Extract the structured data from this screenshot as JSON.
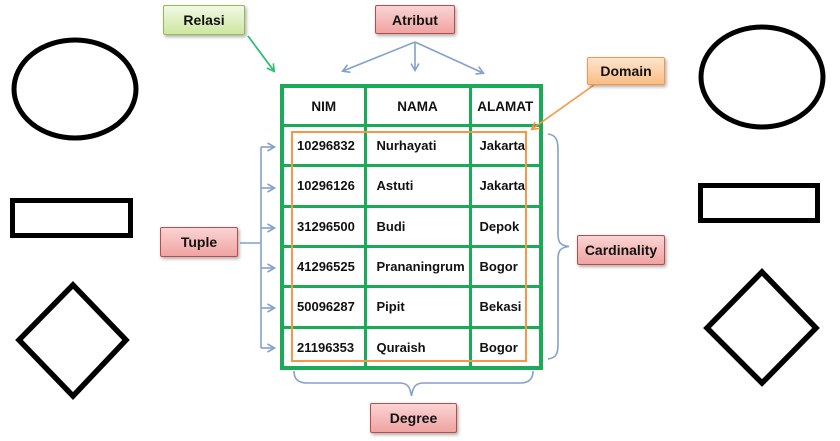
{
  "labels": {
    "relasi": "Relasi",
    "atribut": "Atribut",
    "domain": "Domain",
    "tuple": "Tuple",
    "cardinality": "Cardinality",
    "degree": "Degree"
  },
  "table": {
    "headers": [
      "NIM",
      "NAMA",
      "ALAMAT"
    ],
    "rows": [
      {
        "nim": "10296832",
        "nama": "Nurhayati",
        "alamat": "Jakarta"
      },
      {
        "nim": "10296126",
        "nama": "Astuti",
        "alamat": "Jakarta"
      },
      {
        "nim": "31296500",
        "nama": "Budi",
        "alamat": "Depok"
      },
      {
        "nim": "41296525",
        "nama": "Prananingrum",
        "alamat": "Bogor"
      },
      {
        "nim": "50096287",
        "nama": "Pipit",
        "alamat": "Bekasi"
      },
      {
        "nim": "21196353",
        "nama": "Quraish",
        "alamat": "Bogor"
      }
    ]
  },
  "colors": {
    "table_border_green": "#1BAB58",
    "relasi_arrow_green": "#2EBF70",
    "annotation_blue": "#84A0CC",
    "annotation_orange": "#F79646",
    "pink_label_border": "#BE4A47",
    "green_label_border": "#97B857",
    "er_shape_outline": "#000000"
  },
  "shapes": {
    "left": [
      "ellipse",
      "rectangle",
      "diamond"
    ],
    "right": [
      "ellipse",
      "rectangle",
      "diamond"
    ]
  }
}
